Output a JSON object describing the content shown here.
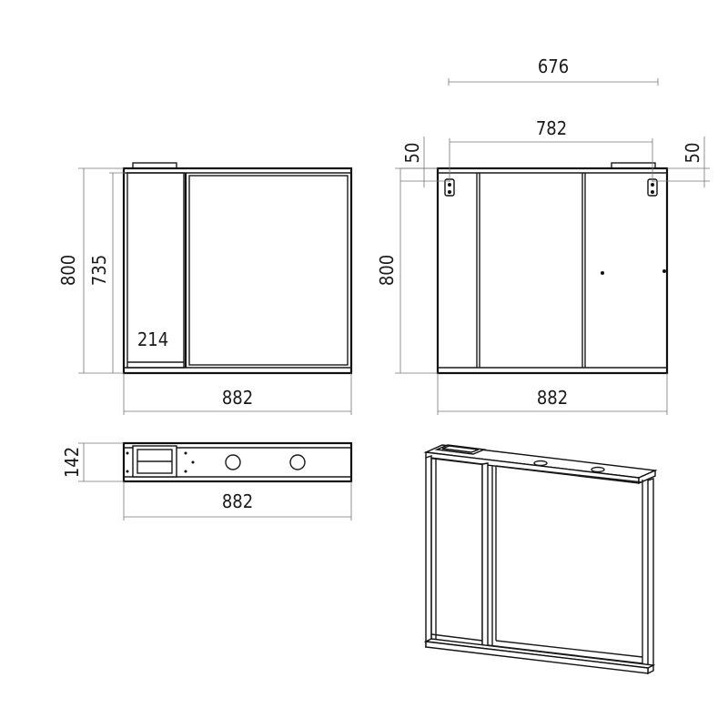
{
  "colors": {
    "line": "#1a1a1a",
    "background": "#ffffff"
  },
  "front_view": {
    "width_label": "882",
    "height_label": "800",
    "inner_height_label": "735",
    "shelf_label": "214"
  },
  "back_view": {
    "mount_spacing_label": "676",
    "hook_span_label": "782",
    "left_offset_label": "50",
    "right_offset_label": "50",
    "height_label": "800",
    "width_label": "882"
  },
  "top_view": {
    "depth_label": "142",
    "width_label": "882"
  }
}
